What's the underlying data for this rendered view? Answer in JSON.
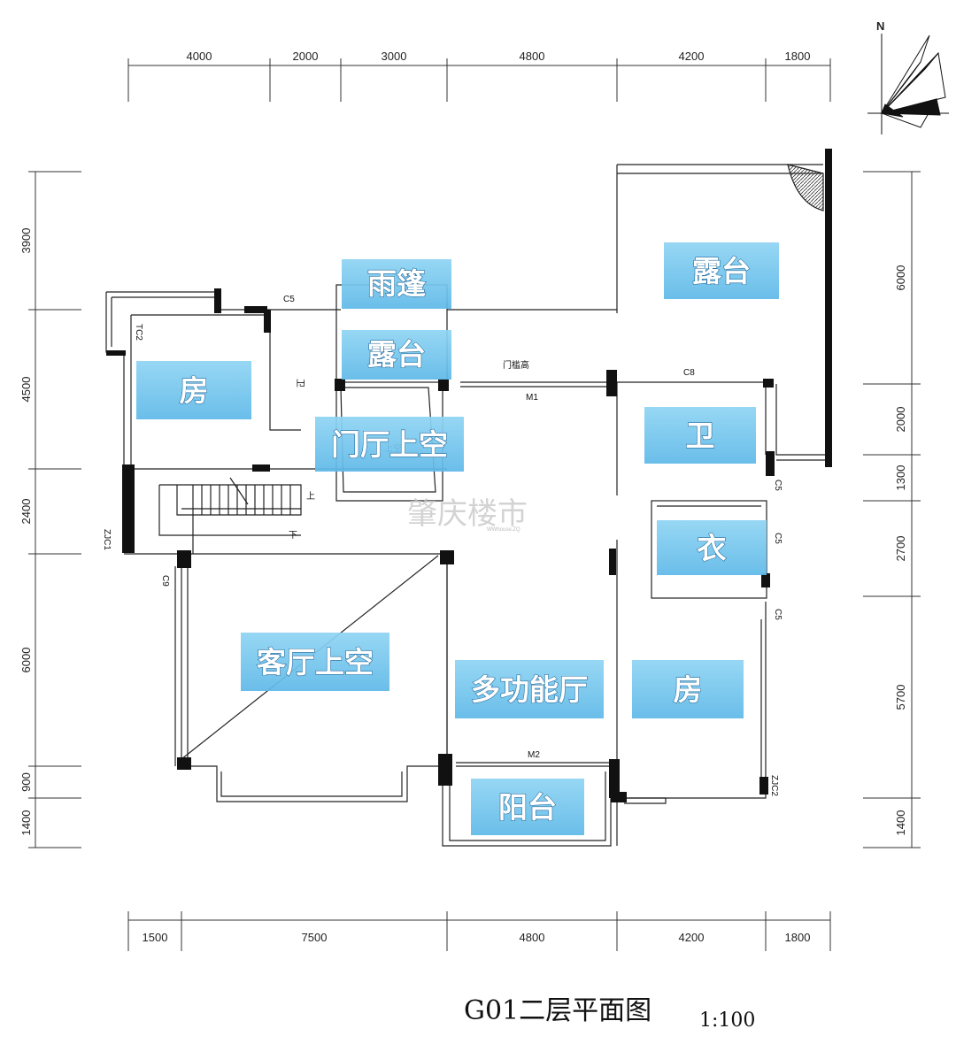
{
  "plan": {
    "title": "G01二层平面图",
    "scale": "1:100",
    "north_label": "N",
    "watermark": "肇庆楼市",
    "watermark_sub": "WWhouse.ZQ",
    "top_dims": [
      "4000",
      "2000",
      "3000",
      "4800",
      "4200",
      "1800"
    ],
    "bottom_dims": [
      "1500",
      "7500",
      "4800",
      "4200",
      "1800"
    ],
    "left_dims": [
      "3900",
      "4500",
      "2400",
      "6000",
      "900",
      "1400"
    ],
    "right_dims": [
      "6000",
      "2000",
      "1300",
      "2700",
      "5700",
      "1400"
    ],
    "rooms": {
      "canopy": "雨篷",
      "terrace_top": "露台",
      "terrace_small": "露台",
      "bedroom_left": "房",
      "foyer_void": "门厅上空",
      "bath_right": "卫",
      "closet": "衣",
      "living_void": "客厅上空",
      "multi_hall": "多功能厅",
      "bedroom_right": "房",
      "balcony": "阳台"
    },
    "tags": {
      "c5_top": "C5",
      "tc2": "TC2",
      "wei_small": "卫",
      "door_height": "门槛高",
      "m1": "M1",
      "c8": "C8",
      "c5_r1": "C5",
      "c5_r2": "C5",
      "c5_r3": "C5",
      "zjc1": "ZJC1",
      "c9": "C9",
      "up": "上",
      "down": "下",
      "m2": "M2",
      "zjc2": "ZJC2",
      "void_small": "上空"
    },
    "colors": {
      "label_bg": "#74c7ee",
      "wall": "#111111",
      "line": "#333333"
    }
  }
}
